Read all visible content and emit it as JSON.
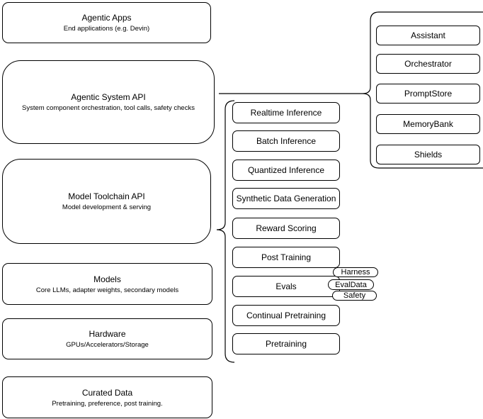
{
  "stack": [
    {
      "title": "Agentic Apps",
      "subtitle": "End applications (e.g. Devin)"
    },
    {
      "title": "Agentic System API",
      "subtitle": "System component orchestration, tool calls, safety checks"
    },
    {
      "title": "Model Toolchain API",
      "subtitle": "Model development & serving"
    },
    {
      "title": "Models",
      "subtitle": "Core LLMs, adapter weights, secondary models"
    },
    {
      "title": "Hardware",
      "subtitle": "GPUs/Accelerators/Storage"
    },
    {
      "title": "Curated Data",
      "subtitle": "Pretraining, preference, post training."
    }
  ],
  "toolchain": {
    "items": [
      "Realtime Inference",
      "Batch Inference",
      "Quantized Inference",
      "Synthetic Data Generation",
      "Reward Scoring",
      "Post Training",
      "Evals",
      "Continual Pretraining",
      "Pretraining"
    ]
  },
  "evals_badges": [
    "Harness",
    "EvalData",
    "Safety"
  ],
  "system_components": {
    "items": [
      "Assistant",
      "Orchestrator",
      "PromptStore",
      "MemoryBank",
      "Shields"
    ]
  },
  "colors": {
    "stroke": "#000000",
    "background": "#ffffff",
    "text": "#000000"
  }
}
